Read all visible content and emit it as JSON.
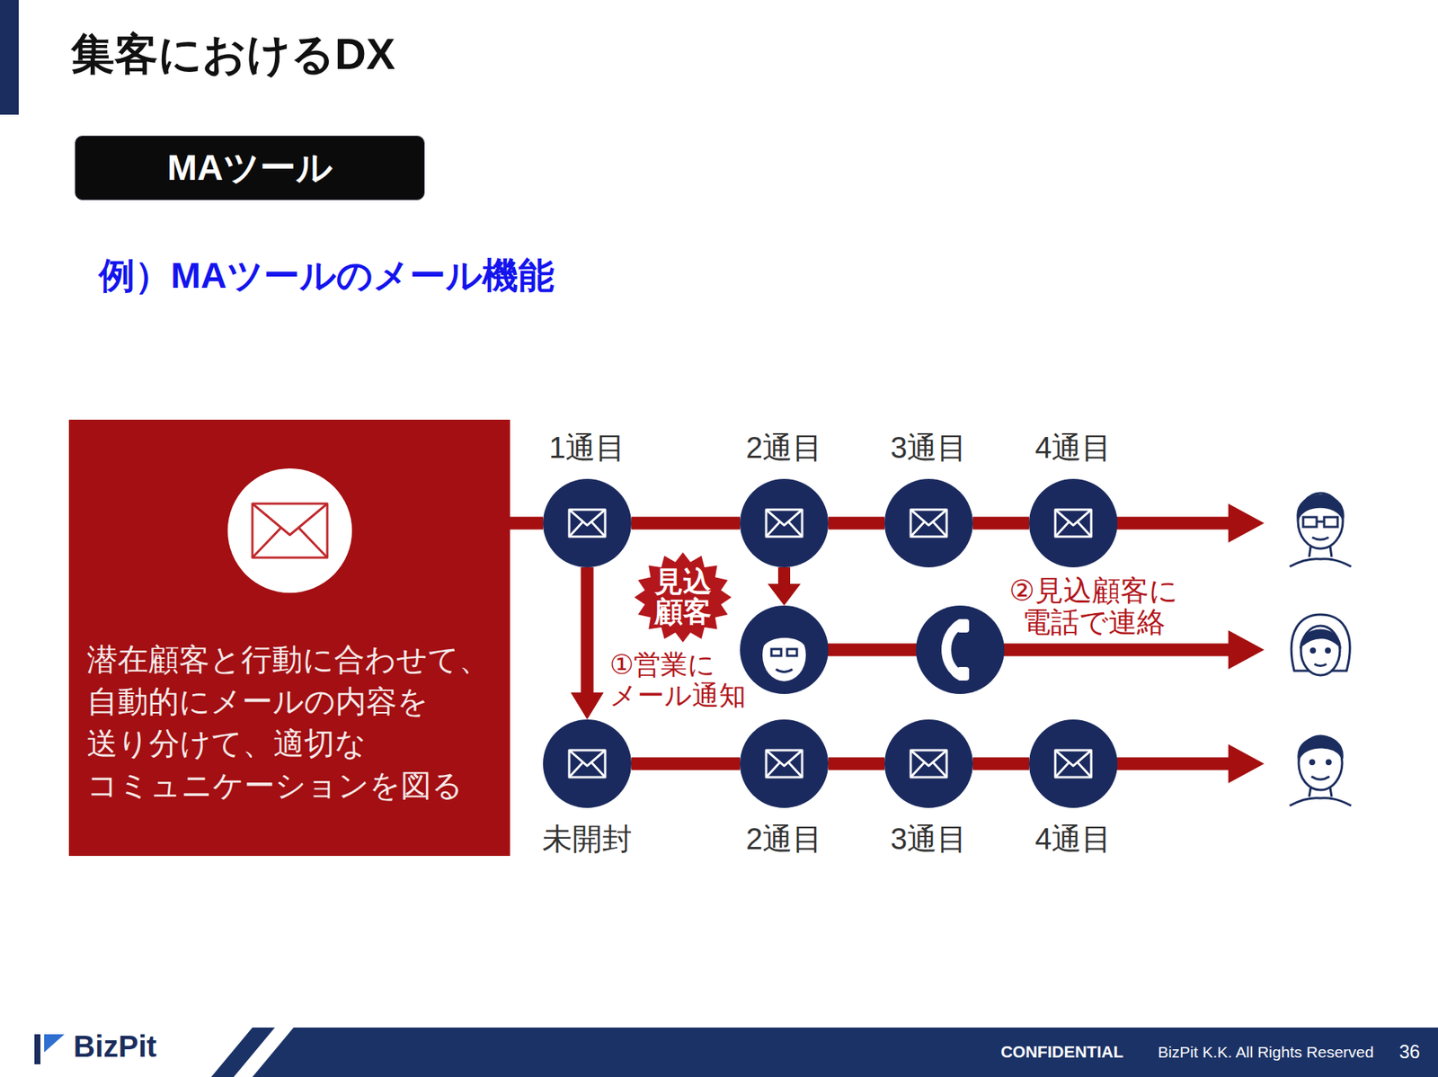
{
  "diagram": {
    "title": "集客におけるDX",
    "nodes": [
      {
        "text": [
          "MAツール"
        ]
      },
      {
        "text": [
          "潜在顧客と行動に合わせて、 自動的にメールの内容を 送り分けて、適切な コミュニケーションを図る"
        ]
      },
      {
        "text": [
          "1通目"
        ]
      },
      {
        "text": [
          "2通目"
        ]
      },
      {
        "text": [
          "3通目"
        ]
      },
      {
        "text": [
          "4通目"
        ]
      },
      {
        "text": [
          "見込 顧客"
        ]
      },
      {
        "text": [
          "未開封"
        ]
      },
      {
        "text": [
          "2通目"
        ]
      },
      {
        "text": [
          "3通目"
        ]
      },
      {
        "text": [
          "4通目"
        ]
      }
    ],
    "edges": [
      {
        "from": 1,
        "to": 2,
        "arrow": "none"
      },
      {
        "from": 2,
        "to": 3,
        "arrow": "none"
      },
      {
        "from": 3,
        "to": 4,
        "arrow": "none"
      },
      {
        "from": 4,
        "to": 5,
        "arrow": "none"
      },
      {
        "from": 2,
        "to": 7,
        "arrow": "to"
      },
      {
        "from": 7,
        "to": 8,
        "arrow": "none"
      },
      {
        "from": 8,
        "to": 9,
        "arrow": "none"
      },
      {
        "from": 9,
        "to": 10,
        "arrow": "none"
      }
    ],
    "labels": [
      "例）MAツールのメール機能",
      "①営業に メール通知",
      "②見込顧客に 電話で連絡",
      "BizPit",
      "CONFIDENTIAL",
      "BizPit K.K. All Rights Reserved",
      "36"
    ]
  }
}
